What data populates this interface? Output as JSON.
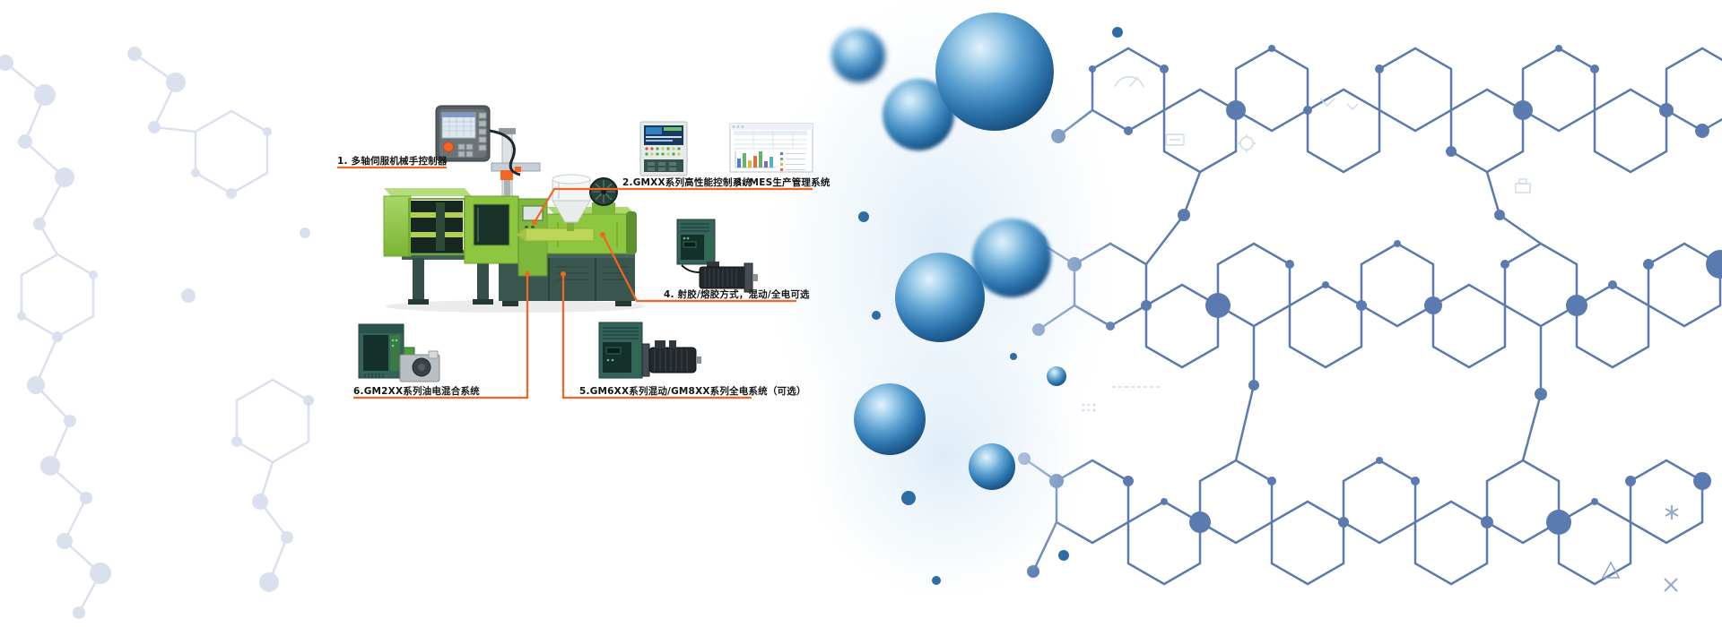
{
  "banner": {
    "callouts": [
      {
        "id": "1",
        "label": "1. 多轴伺服机械手控制器"
      },
      {
        "id": "2",
        "label": "2.GMXX系列高性能控制系统"
      },
      {
        "id": "3",
        "label": "3. MES生产管理系统"
      },
      {
        "id": "4",
        "label": "4. 射胶/熔胶方式，混动/全电可选"
      },
      {
        "id": "5",
        "label": "5.GM6XX系列混动/GM8XX系列全电系统（可选）"
      },
      {
        "id": "6",
        "label": "6.GM2XX系列油电混合系统"
      }
    ],
    "colors": {
      "accent_orange": "#F26522",
      "machine_green": "#8DC63F",
      "machine_base_teal": "#35504A",
      "sphere_blue_deep": "#17507F",
      "sphere_blue_light": "#9CCBE8",
      "network_slate_blue": "#5B7BB0",
      "left_pattern_lavender": "#DCE1F0"
    }
  }
}
